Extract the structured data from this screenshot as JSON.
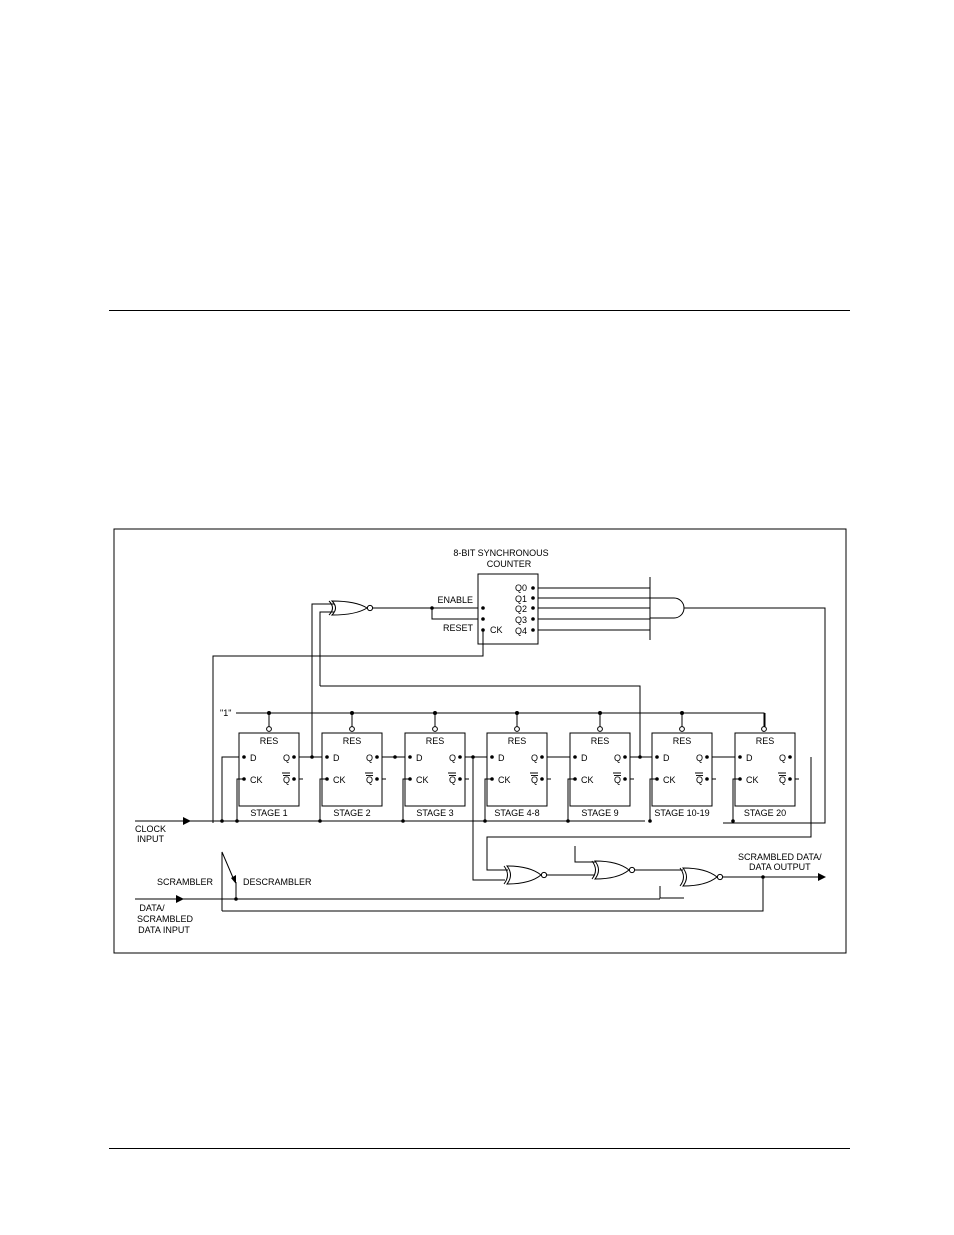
{
  "counter": {
    "title_line1": "8-BIT SYNCHRONOUS",
    "title_line2": "COUNTER",
    "q0": "Q0",
    "q1": "Q1",
    "q2": "Q2",
    "q3": "Q3",
    "q4": "Q4",
    "enable": "ENABLE",
    "reset": "RESET",
    "ck": "CK"
  },
  "one_label": "\"1\"",
  "ff_labels": {
    "res": "RES",
    "d": "D",
    "q": "Q",
    "ck": "CK",
    "qbar": "Q"
  },
  "stages": [
    {
      "label": "STAGE 1"
    },
    {
      "label": "STAGE 2"
    },
    {
      "label": "STAGE 3"
    },
    {
      "label": "STAGE 4-8"
    },
    {
      "label": "STAGE 9"
    },
    {
      "label": "STAGE 10-19"
    },
    {
      "label": "STAGE 20"
    }
  ],
  "inputs": {
    "clock_line1": "CLOCK",
    "clock_line2": "INPUT",
    "scrambler": "SCRAMBLER",
    "descrambler": "DESCRAMBLER",
    "data_line1": "DATA/",
    "data_line2": "SCRAMBLED",
    "data_line3": "DATA INPUT"
  },
  "output": {
    "line1": "SCRAMBLED DATA/",
    "line2": "DATA OUTPUT"
  }
}
